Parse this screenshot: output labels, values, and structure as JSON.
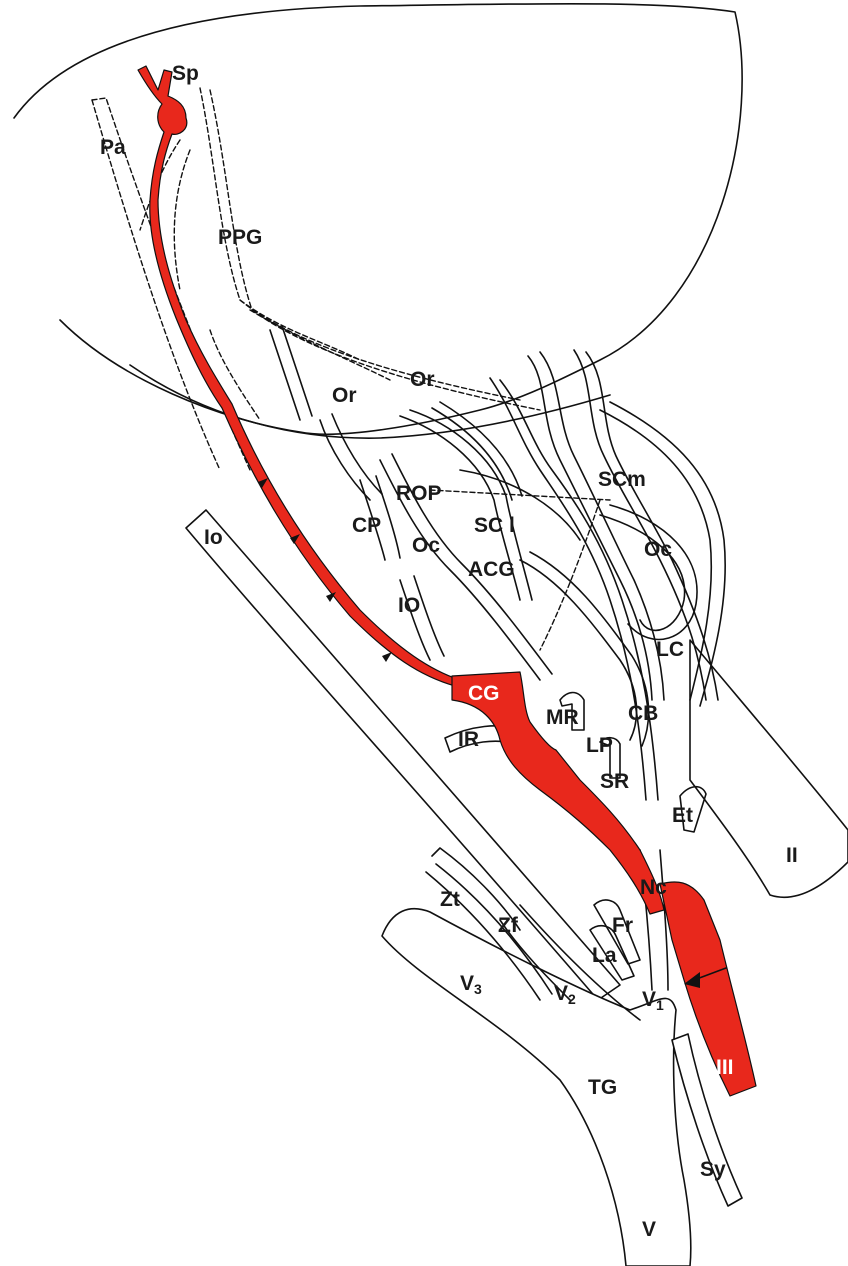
{
  "colors": {
    "highlight": "#e8281c",
    "line": "#111111",
    "background": "#ffffff"
  },
  "labels": {
    "Sp": "Sp",
    "Pa": "Pa",
    "PPG": "PPG",
    "Or1": "Or",
    "Or2": "Or",
    "ROP": "ROP",
    "SCm": "SCm",
    "SCl": "SC l",
    "CP": "CP",
    "Io": "Io",
    "Oc1": "Oc",
    "Oc2": "Oc",
    "ACG": "ACG",
    "IO": "IO",
    "LC": "LC",
    "CG": "CG",
    "MR": "MR",
    "CB": "CB",
    "IR": "IR",
    "LP": "LP",
    "SR": "SR",
    "Et": "Et",
    "II": "II",
    "Nc": "Nc",
    "Zt": "Zt",
    "Zf": "Zf",
    "Fr": "Fr",
    "La": "La",
    "V3": "V",
    "V3sub": "3",
    "V2": "V",
    "V2sub": "2",
    "V1": "V",
    "V1sub": "1",
    "III": "III",
    "TG": "TG",
    "Sy": "Sy",
    "V": "V"
  }
}
